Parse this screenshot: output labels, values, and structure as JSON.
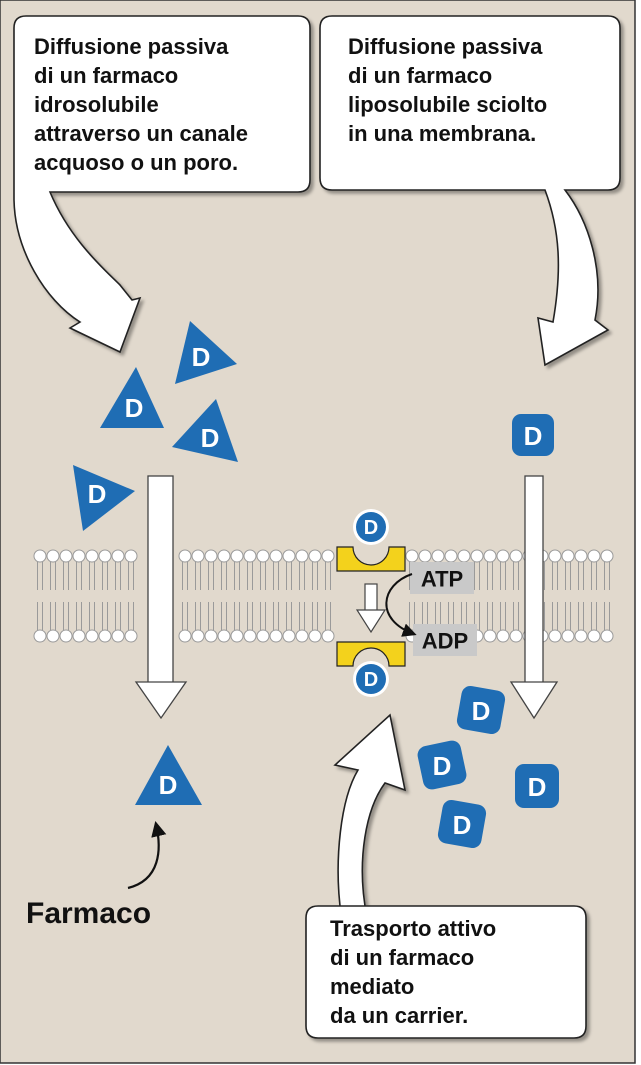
{
  "callouts": {
    "left": {
      "lines": [
        "Diffusione passiva",
        "di un farmaco",
        "idrosolubile",
        "attraverso un canale",
        "acquoso o un poro."
      ]
    },
    "right": {
      "lines": [
        "Diffusione passiva",
        "di un farmaco",
        "liposolubile sciolto",
        "in una membrana."
      ]
    },
    "bottom": {
      "lines": [
        "Trasporto attivo",
        "di un farmaco",
        "mediato",
        "da un carrier."
      ]
    }
  },
  "drug_label": "Farmaco",
  "drug_symbol": "D",
  "atp_label": "ATP",
  "adp_label": "ADP",
  "colors": {
    "background": "#e1d9cd",
    "drug_blue": "#1f6db4",
    "carrier_yellow": "#f3d21c",
    "lipid_gray": "#9a9a9a"
  }
}
